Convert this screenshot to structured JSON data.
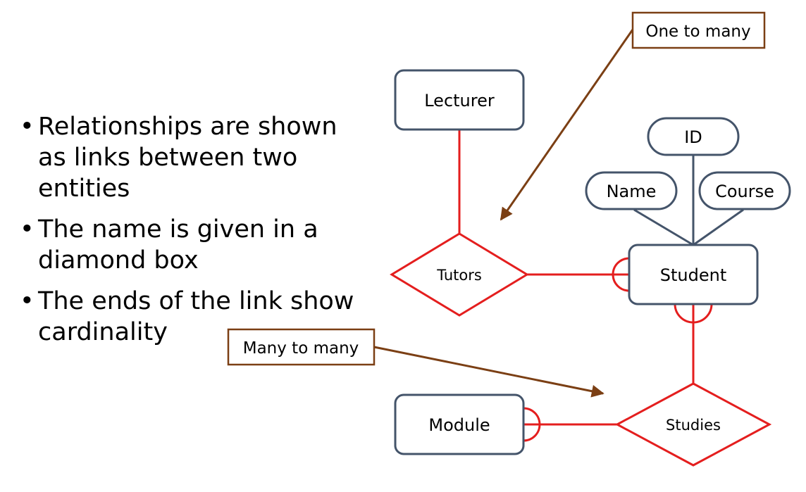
{
  "bullets": [
    "Relationships are shown as links between two entities",
    "The name is given in a diamond box",
    "The ends of the link show cardinality"
  ],
  "entities": {
    "lecturer": "Lecturer",
    "student": "Student",
    "module": "Module"
  },
  "attributes": {
    "id": "ID",
    "name": "Name",
    "course": "Course"
  },
  "relationships": {
    "tutors": "Tutors",
    "studies": "Studies"
  },
  "callouts": {
    "one_to_many": "One to many",
    "many_to_many": "Many to many"
  },
  "colors": {
    "entity_stroke": "#44546a",
    "relationship": "#e41e1e",
    "callout": "#7b3f14"
  }
}
